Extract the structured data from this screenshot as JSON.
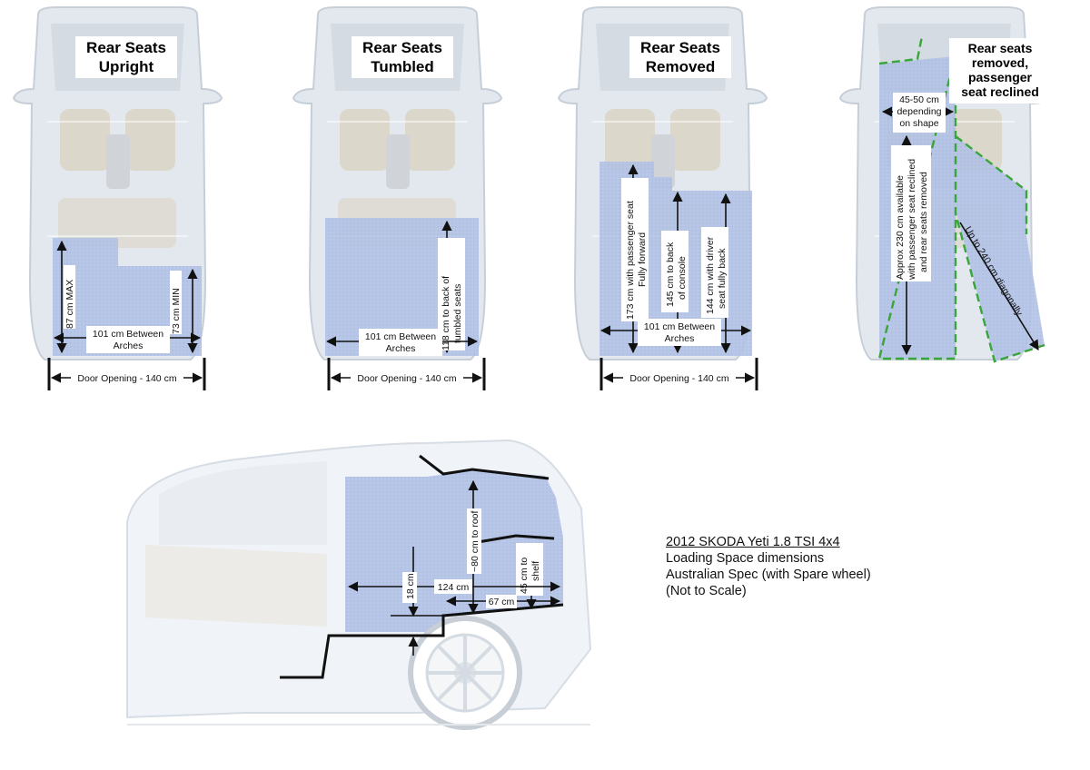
{
  "panels": {
    "upright": {
      "title_1": "Rear Seats",
      "title_2": "Upright",
      "dim_max": "87 cm MAX",
      "dim_min": "73 cm MIN",
      "arches_1": "101 cm Between",
      "arches_2": "Arches",
      "door": "Door Opening - 140 cm"
    },
    "tumbled": {
      "title_1": "Rear Seats",
      "title_2": "Tumbled",
      "dim_back_1": "118 cm to back of",
      "dim_back_2": "tumbled seats",
      "arches_1": "101 cm Between",
      "arches_2": "Arches",
      "door": "Door Opening - 140 cm"
    },
    "removed": {
      "title_1": "Rear Seats",
      "title_2": "Removed",
      "dim_pass_1": "173 cm with passenger seat",
      "dim_pass_2": "Fully forward",
      "dim_console_1": "145 cm to back",
      "dim_console_2": "of console",
      "dim_driver_1": "144 cm with driver",
      "dim_driver_2": "seat fully back",
      "arches_1": "101 cm Between",
      "arches_2": "Arches",
      "door": "Door Opening - 140 cm"
    },
    "reclined": {
      "title_1": "Rear seats",
      "title_2": "removed,",
      "title_3": "passenger",
      "title_4": "seat reclined",
      "width_1": "45-50 cm",
      "width_2": "depending",
      "width_3": "on shape",
      "len_1": "Approx 230 cm available",
      "len_2": "with passenger seat reclined",
      "len_3": "and rear seats removed",
      "diag": "Up to 240 cm diagonally"
    }
  },
  "side": {
    "height_18": "18 cm",
    "length_124": "124 cm",
    "roof": "~80 cm to roof",
    "length_67": "67 cm",
    "shelf_1": "45 cm to",
    "shelf_2": "shelf"
  },
  "info": {
    "line_1": "2012 SKODA Yeti 1.8 TSI 4x4",
    "line_2": "Loading Space dimensions",
    "line_3": "Australian Spec (with Spare wheel)",
    "line_4": "(Not to Scale)"
  },
  "colors": {
    "load_area": "#b7c6e8",
    "car_body": "#e3e8ee",
    "outline_dashed": "#3aa53a"
  }
}
